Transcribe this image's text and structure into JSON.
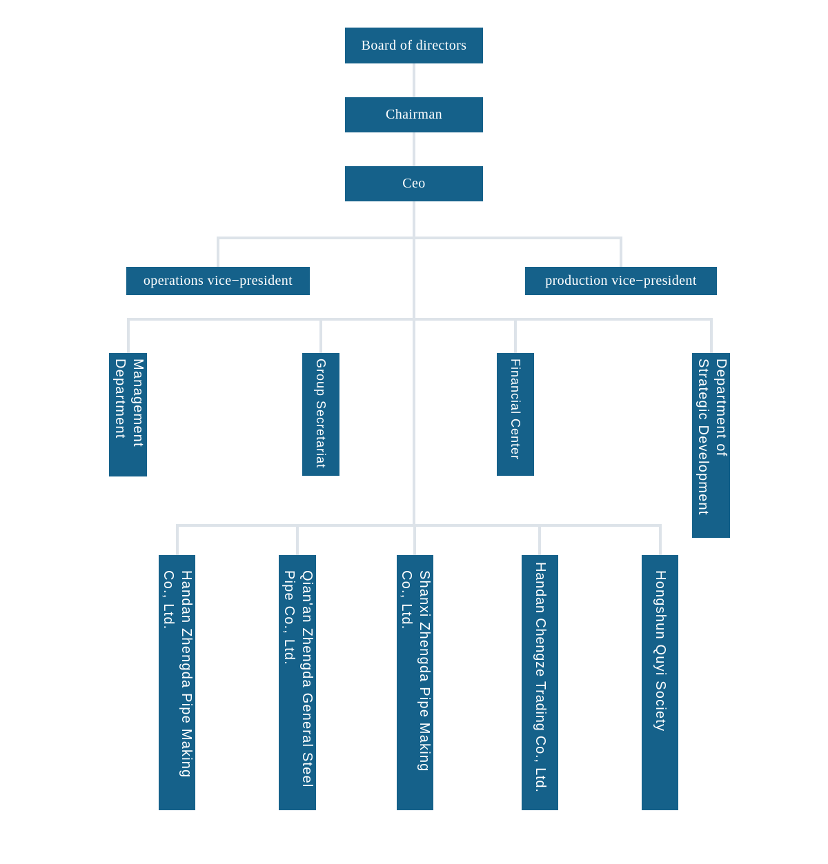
{
  "colors": {
    "node_fill": "#15618a",
    "node_text": "#ffffff",
    "connector": "#dde3e9",
    "background": "#ffffff"
  },
  "nodes": {
    "board": "Board of directors",
    "chairman": "Chairman",
    "ceo": "Ceo",
    "operations_vp": "operations vice−president",
    "production_vp": "production vice−president",
    "management_dept": "Management\nDepartment",
    "group_secretariat": "Group Secretariat",
    "financial_center": "Financial Center",
    "strategic_dev": "Department of\nStrategic Development",
    "handan_zhengda_pipe": "Handan Zhengda Pipe Making\nCo., Ltd.",
    "qianan_zhengda_steel": "Qian'an Zhengda General Steel\nPipe Co., Ltd.",
    "shanxi_zhengda_pipe": "Shanxi Zhengda Pipe Making\nCo., Ltd.",
    "handan_chengze_trading": "Handan Chengze Trading Co., Ltd.",
    "hongshun_quyi": "Hongshun Quyi Society"
  },
  "structure": {
    "top_chain": [
      "board",
      "chairman",
      "ceo"
    ],
    "vice_presidents": [
      "operations_vp",
      "production_vp"
    ],
    "departments": [
      "management_dept",
      "group_secretariat",
      "financial_center",
      "strategic_dev"
    ],
    "subsidiaries": [
      "handan_zhengda_pipe",
      "qianan_zhengda_steel",
      "shanxi_zhengda_pipe",
      "handan_chengze_trading",
      "hongshun_quyi"
    ]
  }
}
